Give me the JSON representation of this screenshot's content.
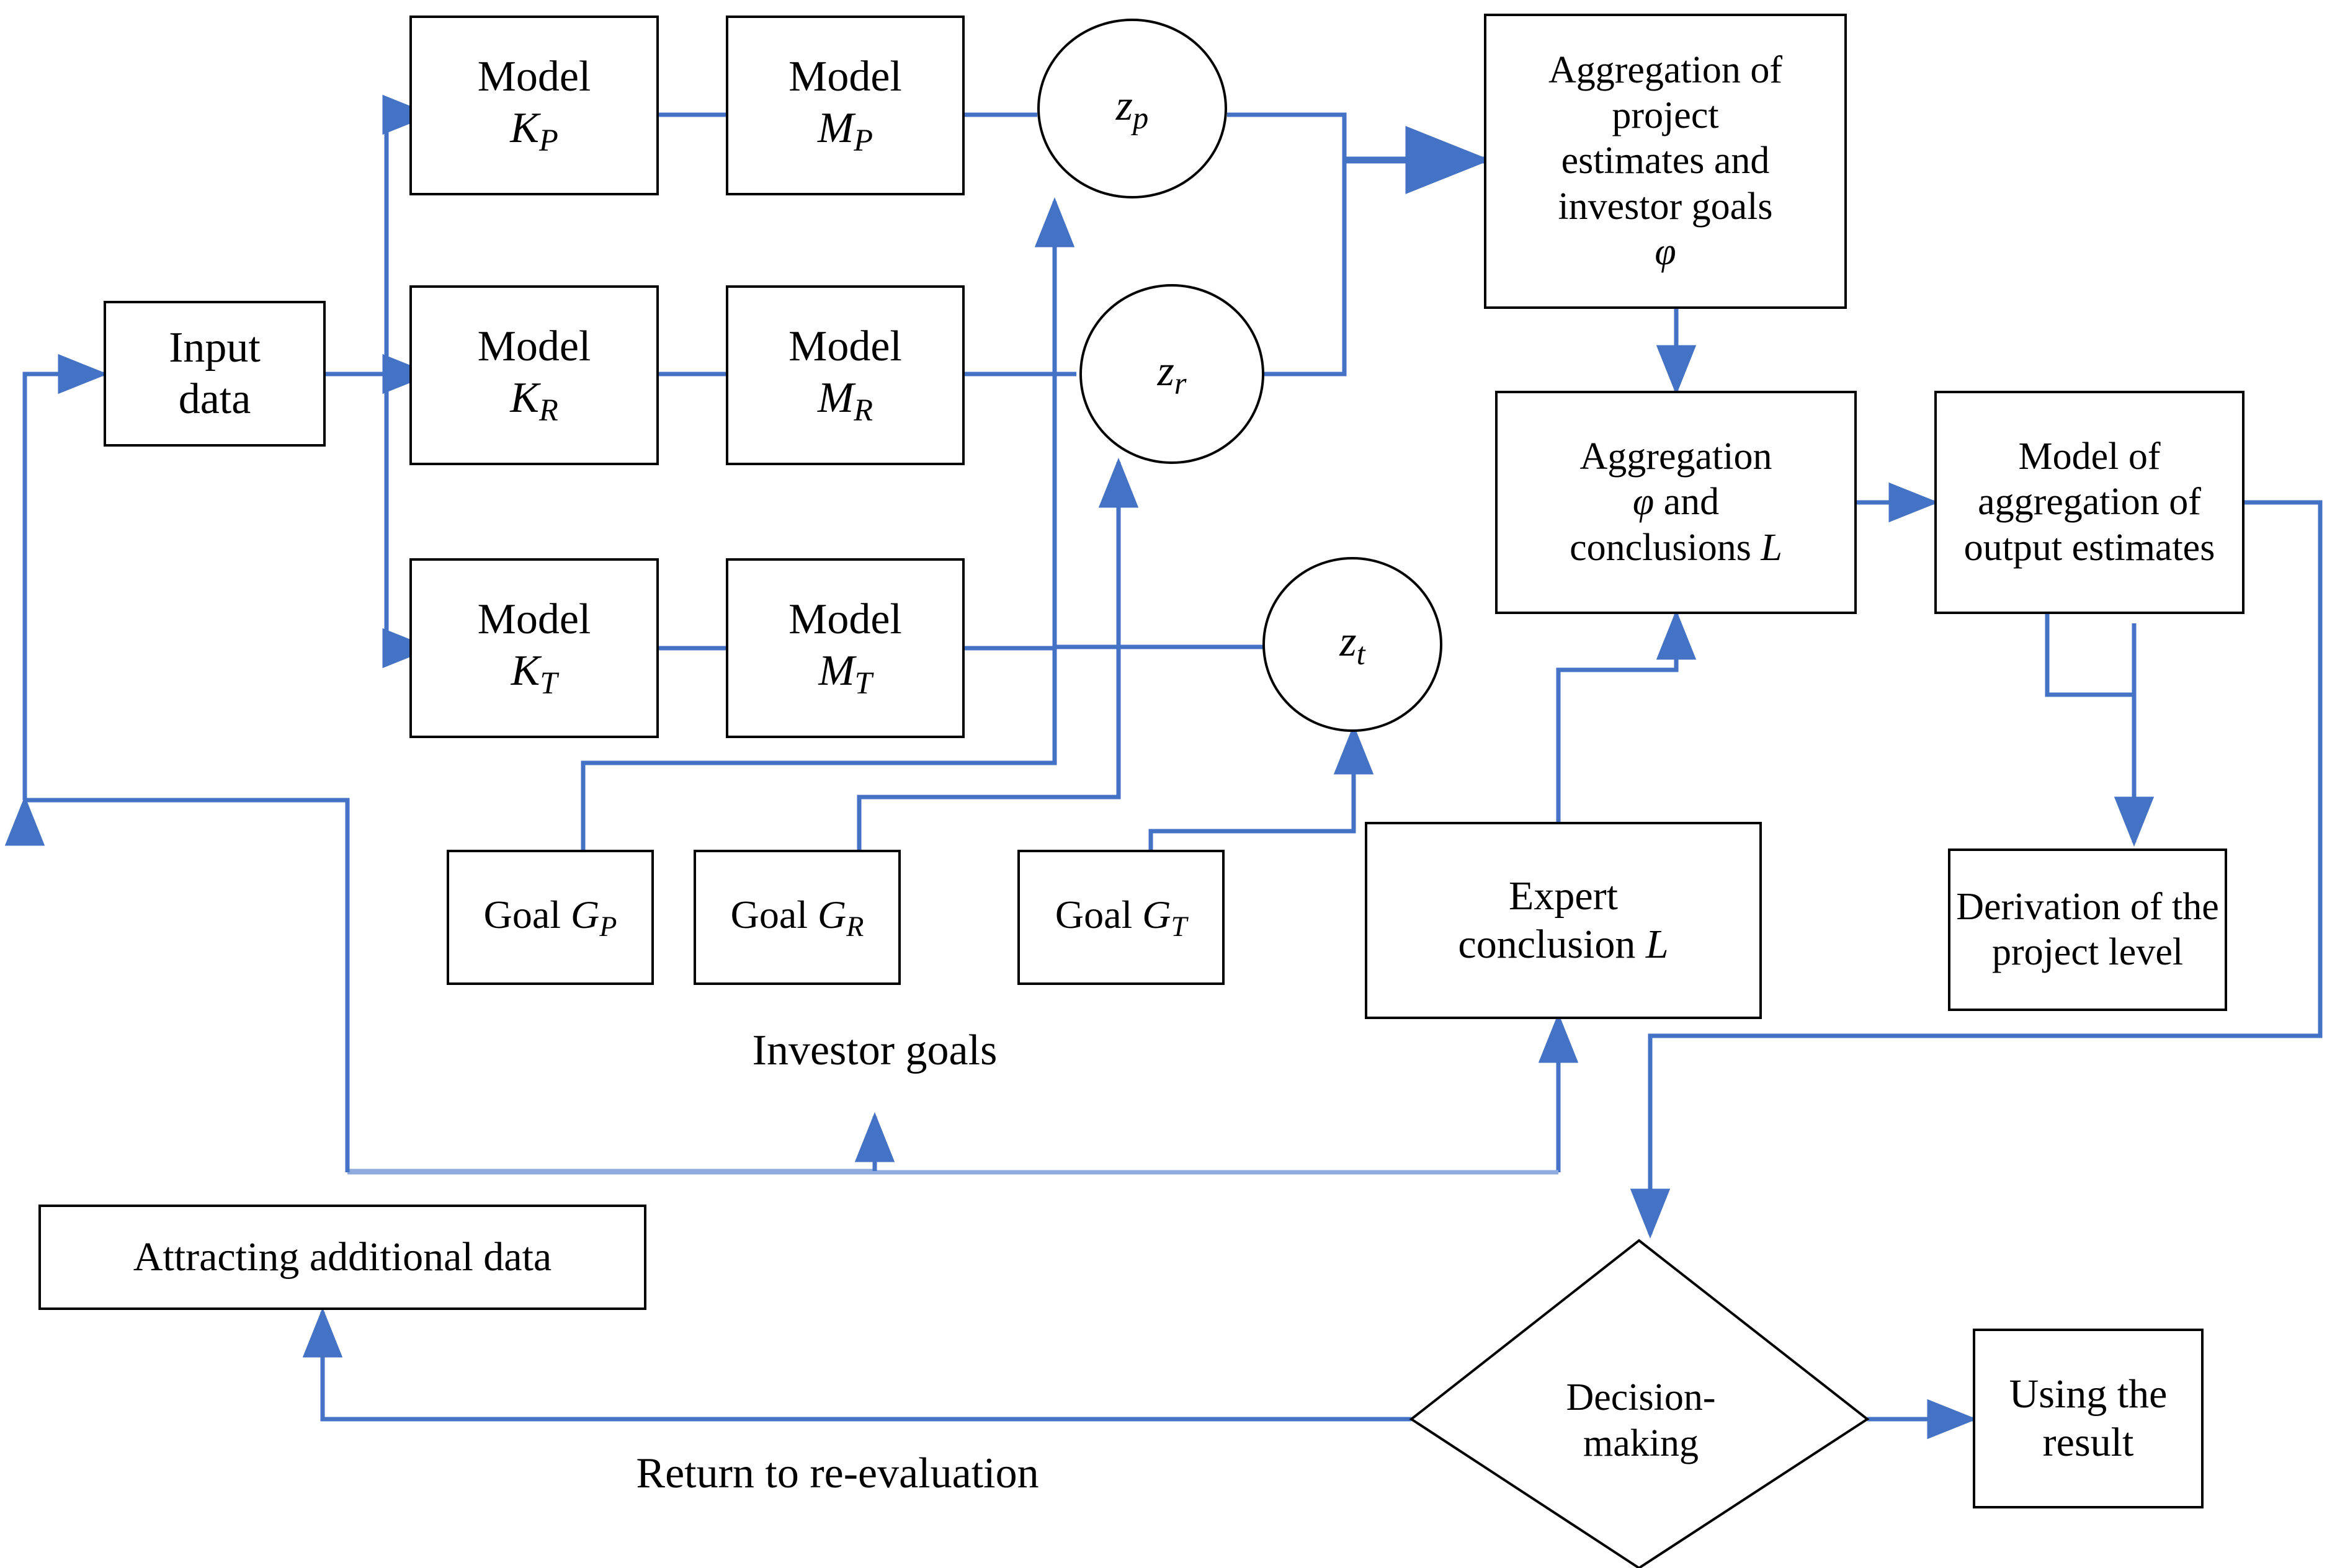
{
  "diagram": {
    "title": "Investment project evaluation flowchart",
    "colors": {
      "connector": "#4472C4",
      "connector_light": "#8FAADC",
      "shape_border": "#000000",
      "shape_fill": "#FFFFFF",
      "text": "#000000"
    },
    "nodes": [
      {
        "id": "input_data",
        "shape": "box",
        "text": "Input\ndata"
      },
      {
        "id": "model_kp",
        "shape": "box",
        "text": "Model\nK_P",
        "label_line1": "Model",
        "label_line2_base": "K",
        "label_line2_sub": "P"
      },
      {
        "id": "model_mp",
        "shape": "box",
        "label_line1": "Model",
        "label_line2_base": "M",
        "label_line2_sub": "P"
      },
      {
        "id": "model_kr",
        "shape": "box",
        "label_line1": "Model",
        "label_line2_base": "K",
        "label_line2_sub": "R"
      },
      {
        "id": "model_mr",
        "shape": "box",
        "label_line1": "Model",
        "label_line2_base": "M",
        "label_line2_sub": "R"
      },
      {
        "id": "model_kt",
        "shape": "box",
        "label_line1": "Model",
        "label_line2_base": "K",
        "label_line2_sub": "T"
      },
      {
        "id": "model_mt",
        "shape": "box",
        "label_line1": "Model",
        "label_line2_base": "M",
        "label_line2_sub": "T"
      },
      {
        "id": "z_p",
        "shape": "ellipse",
        "base": "z",
        "sub": "p"
      },
      {
        "id": "z_r",
        "shape": "ellipse",
        "base": "z",
        "sub": "r"
      },
      {
        "id": "z_t",
        "shape": "ellipse",
        "base": "z",
        "sub": "t"
      },
      {
        "id": "goal_gp",
        "shape": "box",
        "prefix": "Goal ",
        "base": "G",
        "sub": "P"
      },
      {
        "id": "goal_gr",
        "shape": "box",
        "prefix": "Goal ",
        "base": "G",
        "sub": "R"
      },
      {
        "id": "goal_gt",
        "shape": "box",
        "prefix": "Goal ",
        "base": "G",
        "sub": "T"
      },
      {
        "id": "aggregation_project",
        "shape": "box",
        "text": "Aggregation of project estimates and investor goals φ"
      },
      {
        "id": "aggregation_phi_l",
        "shape": "box",
        "text": "Aggregation φ and conclusions L"
      },
      {
        "id": "model_output_agg",
        "shape": "box",
        "text": "Model of aggregation of output estimates"
      },
      {
        "id": "derivation_level",
        "shape": "box",
        "text": "Derivation of the project level"
      },
      {
        "id": "expert_conclusion",
        "shape": "box",
        "text": "Expert conclusion L"
      },
      {
        "id": "attracting_data",
        "shape": "box",
        "text": "Attracting additional data"
      },
      {
        "id": "decision_making",
        "shape": "diamond",
        "text": "Decision-making"
      },
      {
        "id": "using_result",
        "shape": "box",
        "text": "Using the result"
      }
    ]
  },
  "labels": {
    "input_data_l1": "Input",
    "input_data_l2": "data",
    "model_word": "Model",
    "goal_word": "Goal ",
    "aggregation_project_l1": "Aggregation of",
    "aggregation_project_l2": "project",
    "aggregation_project_l3": "estimates and",
    "aggregation_project_l4": "investor goals",
    "aggregation_project_l5": "φ",
    "aggregation_phi_l1": "Aggregation",
    "aggregation_phi_l2a": "φ",
    "aggregation_phi_l2b": " and",
    "aggregation_phi_l3a": "conclusions ",
    "aggregation_phi_l3b": "L",
    "model_output_agg_l1": "Model of",
    "model_output_agg_l2": "aggregation of",
    "model_output_agg_l3": "output estimates",
    "derivation_level_l1": "Derivation of the",
    "derivation_level_l2": "project level",
    "expert_conclusion_l1": "Expert",
    "expert_conclusion_l2a": "conclusion ",
    "expert_conclusion_l2b": "L",
    "attracting_data": "Attracting additional data",
    "decision_making_l1": "Decision-",
    "decision_making_l2": "making",
    "using_result_l1": "Using the",
    "using_result_l2": "result",
    "investor_goals_caption": "Investor goals",
    "return_reevaluation_caption": "Return to re-evaluation",
    "sub_P": "P",
    "sub_R": "R",
    "sub_T": "T",
    "base_K": "K",
    "base_M": "M",
    "base_G": "G",
    "base_z": "z",
    "sub_p": "p",
    "sub_r": "r",
    "sub_t": "t"
  }
}
